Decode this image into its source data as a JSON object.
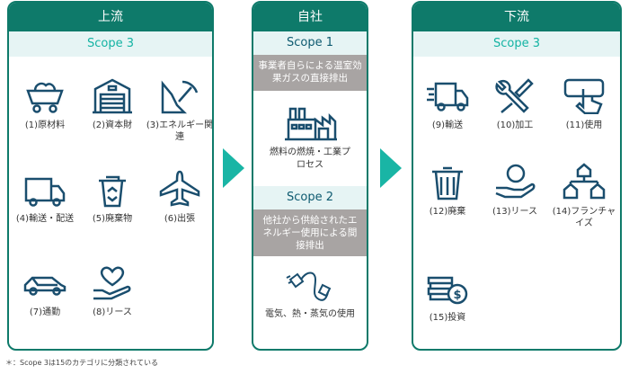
{
  "upstream": {
    "title": "上流",
    "scope": "Scope 3",
    "items": [
      {
        "label": "(1)原材料",
        "icon": "ore-cart-icon"
      },
      {
        "label": "(2)資本財",
        "icon": "warehouse-icon"
      },
      {
        "label": "(3)エネルギー関連",
        "icon": "mining-pickaxe-icon"
      },
      {
        "label": "(4)輸送・配送",
        "icon": "truck-icon"
      },
      {
        "label": "(5)廃棄物",
        "icon": "recycle-bin-icon"
      },
      {
        "label": "(6)出張",
        "icon": "airplane-icon"
      },
      {
        "label": "(7)通勤",
        "icon": "car-icon"
      },
      {
        "label": "(8)リース",
        "icon": "heart-hand-icon"
      }
    ]
  },
  "own": {
    "title": "自社",
    "scope1": {
      "scope": "Scope 1",
      "desc": "事業者自らによる温室効果ガスの直接排出",
      "item": "燃料の燃焼・工業プロセス"
    },
    "scope2": {
      "scope": "Scope 2",
      "desc": "他社から供給されたエネルギー使用による間接排出",
      "item": "電気、熱・蒸気の使用"
    }
  },
  "downstream": {
    "title": "下流",
    "scope": "Scope 3",
    "items": [
      {
        "label": "(9)輸送",
        "icon": "fast-truck-icon"
      },
      {
        "label": "(10)加工",
        "icon": "tools-icon"
      },
      {
        "label": "(11)使用",
        "icon": "hand-touch-icon"
      },
      {
        "label": "(12)廃棄",
        "icon": "trash-icon"
      },
      {
        "label": "(13)リース",
        "icon": "coin-hand-icon"
      },
      {
        "label": "(14)フランチャイズ",
        "icon": "franchise-houses-icon"
      },
      {
        "label": "(15)投資",
        "icon": "coins-dollar-icon"
      }
    ]
  },
  "note": "＊：Scope 3は15のカテゴリに分類されている"
}
